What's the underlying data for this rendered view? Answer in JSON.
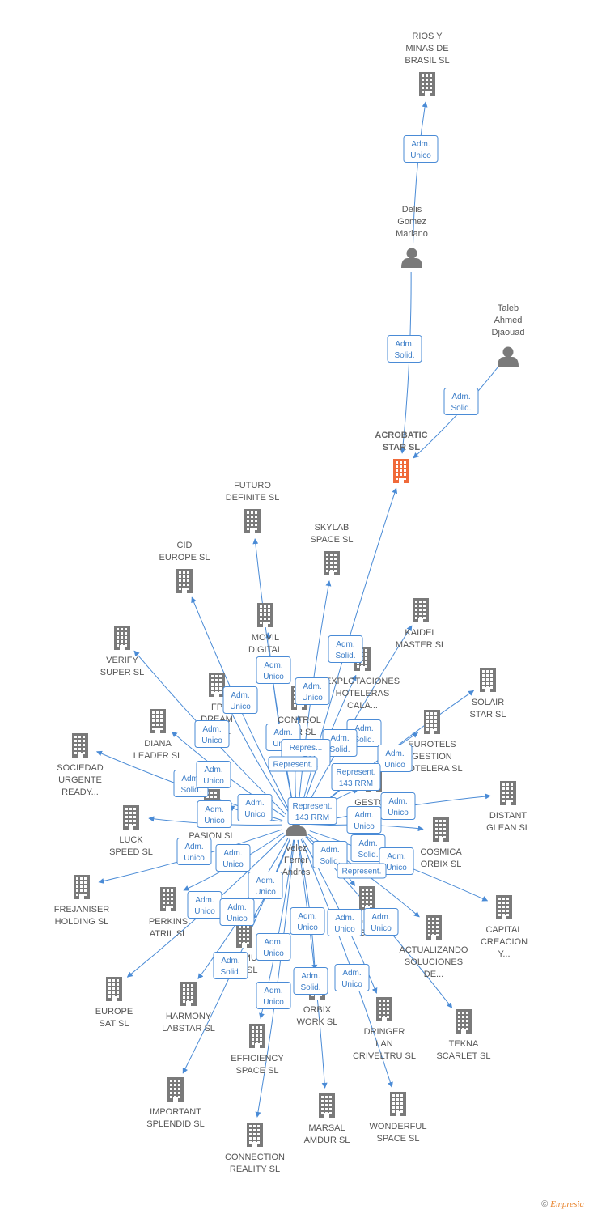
{
  "colors": {
    "edge": "#4a8bd6",
    "building": "#7a7a7a",
    "focus": "#f06a3a",
    "person": "#7a7a7a"
  },
  "nodes": [
    {
      "id": "rios",
      "type": "company",
      "label": [
        "RIOS Y",
        "MINAS DE",
        "BRASIL SL"
      ]
    },
    {
      "id": "delis",
      "type": "person",
      "label": [
        "Delis",
        "Gomez",
        "Mariano"
      ]
    },
    {
      "id": "taleb",
      "type": "person",
      "label": [
        "Taleb",
        "Ahmed",
        "Djaouad"
      ]
    },
    {
      "id": "acrobatic",
      "type": "company",
      "focus": true,
      "label": [
        "ACROBATIC",
        "STAR  SL"
      ]
    },
    {
      "id": "futuro",
      "type": "company",
      "label": [
        "FUTURO",
        "DEFINITE  SL"
      ]
    },
    {
      "id": "skylab",
      "type": "company",
      "label": [
        "SKYLAB",
        "SPACE  SL"
      ]
    },
    {
      "id": "cid",
      "type": "company",
      "label": [
        "CID",
        "EUROPE  SL"
      ]
    },
    {
      "id": "movil",
      "type": "company",
      "label": [
        "MOVIL",
        "DIGITAL",
        "LI..."
      ]
    },
    {
      "id": "kaidel",
      "type": "company",
      "label": [
        "KAIDEL",
        "MASTER  SL"
      ]
    },
    {
      "id": "verify",
      "type": "company",
      "label": [
        "VERIFY",
        "SUPER  SL"
      ]
    },
    {
      "id": "explot",
      "type": "company",
      "label": [
        "EXPLOTACIONES",
        "HOTELERAS",
        "CALA..."
      ]
    },
    {
      "id": "fp",
      "type": "company",
      "label": [
        "FP",
        "DREAM",
        "C...  SL"
      ]
    },
    {
      "id": "solair",
      "type": "company",
      "label": [
        "SOLAIR",
        "STAR  SL"
      ]
    },
    {
      "id": "control",
      "type": "company",
      "label": [
        "CONTROL",
        "...ER  SL"
      ]
    },
    {
      "id": "diana",
      "type": "company",
      "label": [
        "DIANA",
        "LEADER  SL"
      ]
    },
    {
      "id": "eurotels",
      "type": "company",
      "label": [
        "EUROTELS",
        "GESTION",
        "HOTELERA  SL"
      ]
    },
    {
      "id": "sociedad",
      "type": "company",
      "label": [
        "SOCIEDAD",
        "URGENTE",
        "READY..."
      ]
    },
    {
      "id": "distant",
      "type": "company",
      "label": [
        "DISTANT",
        "GLEAN  SL"
      ]
    },
    {
      "id": "gesto",
      "type": "company",
      "label": [
        "GESTO...",
        "...  SL"
      ]
    },
    {
      "id": "luck",
      "type": "company",
      "label": [
        "LUCK",
        "SPEED  SL"
      ]
    },
    {
      "id": "incpasion",
      "type": "company",
      "label": [
        "INC...",
        "PASION  SL"
      ]
    },
    {
      "id": "cosmica",
      "type": "company",
      "label": [
        "COSMICA",
        "ORBIX  SL"
      ]
    },
    {
      "id": "velez",
      "type": "person",
      "label": [
        "Velez",
        "Ferrer",
        "Andres"
      ]
    },
    {
      "id": "frejaniser",
      "type": "company",
      "label": [
        "FREJANISER",
        "HOLDING  SL"
      ]
    },
    {
      "id": "perkins",
      "type": "company",
      "label": [
        "PERKINS",
        "ATRIL  SL"
      ]
    },
    {
      "id": "capital",
      "type": "company",
      "label": [
        "CAPITAL",
        "CREACION",
        "Y..."
      ]
    },
    {
      "id": "seguridad",
      "type": "company",
      "label": [
        "...SEGURIDAD",
        "INTEGRAL  SL"
      ]
    },
    {
      "id": "cosmus",
      "type": "company",
      "label": [
        "COSMU...",
        "...S  SL"
      ]
    },
    {
      "id": "actualizando",
      "type": "company",
      "label": [
        "ACTUALIZANDO",
        "SOLUCIONES",
        "DE..."
      ]
    },
    {
      "id": "europesat",
      "type": "company",
      "label": [
        "EUROPE",
        "SAT  SL"
      ]
    },
    {
      "id": "orbix",
      "type": "company",
      "label": [
        "ORBIX",
        "WORK  SL"
      ]
    },
    {
      "id": "harmony",
      "type": "company",
      "label": [
        "HARMONY",
        "LABSTAR  SL"
      ]
    },
    {
      "id": "dringer",
      "type": "company",
      "label": [
        "DRINGER",
        "LAN",
        "CRIVELTRU  SL"
      ]
    },
    {
      "id": "tekna",
      "type": "company",
      "label": [
        "TEKNA",
        "SCARLET  SL"
      ]
    },
    {
      "id": "efficiency",
      "type": "company",
      "label": [
        "EFFICIENCY",
        "SPACE  SL"
      ]
    },
    {
      "id": "important",
      "type": "company",
      "label": [
        "IMPORTANT",
        "SPLENDID  SL"
      ]
    },
    {
      "id": "marsal",
      "type": "company",
      "label": [
        "MARSAL",
        "AMDUR  SL"
      ]
    },
    {
      "id": "wonderful",
      "type": "company",
      "label": [
        "WONDERFUL",
        "SPACE  SL"
      ]
    },
    {
      "id": "connection",
      "type": "company",
      "label": [
        "CONNECTION",
        "REALITY  SL"
      ]
    }
  ],
  "edge_labels": [
    [
      "Adm.",
      "Unico"
    ],
    [
      "Adm.",
      "Solid."
    ],
    [
      "Adm.",
      "Solid."
    ],
    [
      "Adm.",
      "Solid."
    ],
    [
      "Adm.",
      "Unico"
    ],
    [
      "Adm.",
      "Unico"
    ],
    [
      "Adm.",
      "Unico"
    ],
    [
      "Adm.",
      "Unico"
    ],
    [
      "Adm.",
      "Unico"
    ],
    [
      "Adm.",
      "Unico"
    ],
    [
      "Adm.",
      "Solid."
    ],
    [
      "Adm.",
      "Solid."
    ],
    [
      "Adm.",
      "Unico"
    ],
    [
      "Represent.",
      "143 RRM"
    ],
    [
      "Repres...",
      "...RM"
    ],
    [
      "Represent."
    ],
    [
      "Adm.",
      "Solid."
    ],
    [
      "Adm.",
      "Unico"
    ],
    [
      "Adm.",
      "Unico"
    ],
    [
      "Adm.",
      "Unico"
    ],
    [
      "Adm.",
      "Unico"
    ],
    [
      "Adm.",
      "Unico"
    ],
    [
      "Represent.",
      "143 RRM"
    ],
    [
      "Adm.",
      "Unico"
    ],
    [
      "Adm.",
      "Unico"
    ],
    [
      "Adm.",
      "Solid."
    ],
    [
      "Adm.",
      "Solid."
    ],
    [
      "Adm.",
      "Unico"
    ],
    [
      "Represent."
    ],
    [
      "Adm.",
      "Unico"
    ],
    [
      "Adm.",
      "Unico"
    ],
    [
      "Adm.",
      "Unico"
    ],
    [
      "Adm.",
      "Unico"
    ],
    [
      "Adm.",
      "Unico"
    ],
    [
      "Adm.",
      "Unico"
    ],
    [
      "Adm.",
      "Unico"
    ],
    [
      "Adm.",
      "Solid."
    ],
    [
      "Adm.",
      "Solid."
    ],
    [
      "Adm.",
      "Unico"
    ],
    [
      "Adm.",
      "Unico"
    ],
    [
      "Adm.",
      "Solid."
    ],
    [
      "Adm.",
      "Unico"
    ]
  ],
  "footer": {
    "copyright": "©",
    "brand": "Empresia"
  }
}
